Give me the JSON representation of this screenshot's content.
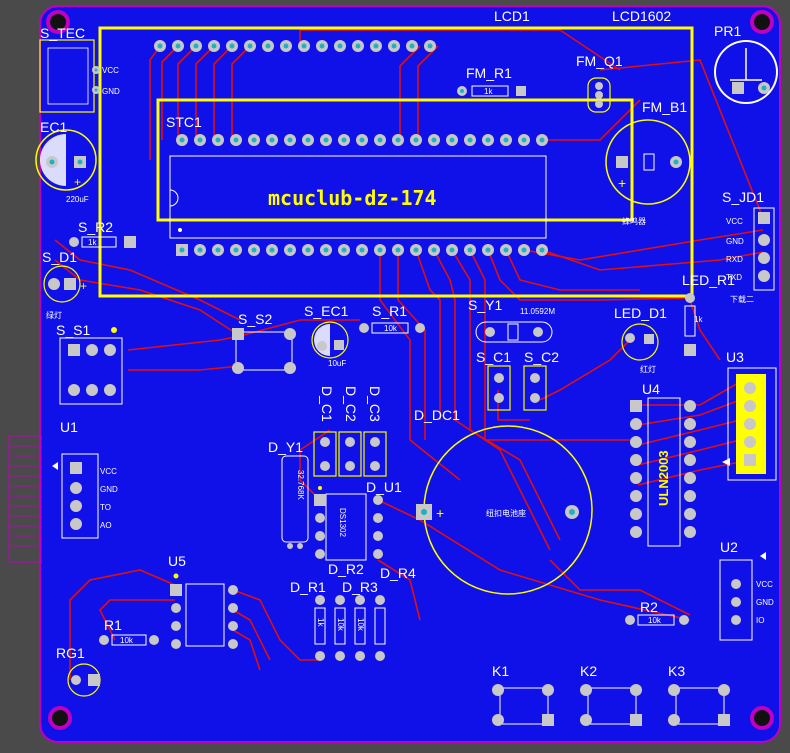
{
  "colors": {
    "board": "#1010e8",
    "edge": "#c000c0",
    "trace": "#e01010",
    "silk": "#ffff00",
    "pad": "#c8c8c8",
    "pad_hole": "#20b0c0"
  },
  "components": {
    "S_TEC": "S_TEC",
    "LCD1": "LCD1",
    "LCD1602": "LCD1602",
    "PR1": "PR1",
    "EC1": "EC1",
    "FM_R1": "FM_R1",
    "FM_Q1": "FM_Q1",
    "STC1": "STC1",
    "FM_B1": "FM_B1",
    "S_JD1": "S_JD1",
    "S_R2": "S_R2",
    "S_D1": "S_D1",
    "LED_R1": "LED_R1",
    "S_S1": "S_S1",
    "S_S2": "S_S2",
    "S_EC1": "S_EC1",
    "S_R1": "S_R1",
    "S_Y1": "S_Y1",
    "LED_D1": "LED_D1",
    "S_C1": "S_C1",
    "S_C2": "S_C2",
    "U3": "U3",
    "U1": "U1",
    "D_C1": "D_C1",
    "D_C2": "D_C2",
    "D_C3": "D_C3",
    "D_DC1": "D_DC1",
    "U4": "U4",
    "D_Y1": "D_Y1",
    "D_U1": "D_U1",
    "U5": "U5",
    "D_R1": "D_R1",
    "D_R2": "D_R2",
    "D_R3": "D_R3",
    "D_R4": "D_R4",
    "U2": "U2",
    "R1": "R1",
    "R2": "R2",
    "RG1": "RG1",
    "K1": "K1",
    "K2": "K2",
    "K3": "K3"
  },
  "silk_text": {
    "board_name": "mcuclub-dz-174",
    "uln": "ULN2003",
    "vcc": "VCC",
    "gnd": "GND",
    "rxd": "RXD",
    "txd": "TXD",
    "vcc2": "VCC",
    "gnd2": "GND",
    "to": "TO",
    "ao": "AO",
    "vcc3": "VCC",
    "gnd3": "GND",
    "io": "IO",
    "xtal": "11.0592M",
    "r_1k": "1k",
    "r_10k": "10k",
    "cap_220": "220uF",
    "cap_10": "10uF",
    "buzzer": "蜂鸣器",
    "download": "下载二",
    "green_led": "绿灯",
    "red_led": "红灯",
    "battery": "纽扣电池座",
    "dsdesc": "DS1302",
    "crystal32": "32.768K",
    "r_10k_b": "10k",
    "r_10k_c": "10k",
    "r_10k_d": "10k",
    "r_1k_b": "1k",
    "r_1k_c": "1k",
    "r_10k_e": "10k",
    "r_1k_d": "1k"
  }
}
